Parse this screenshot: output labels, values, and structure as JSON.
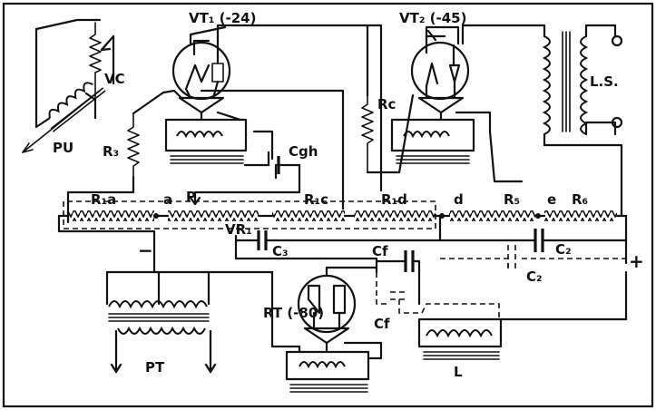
{
  "labels": {
    "vt1": "VT₁ (-24)",
    "vt2": "VT₂ (-45)",
    "rt": "RT (-80)",
    "vc": "VC",
    "pu": "PU",
    "ls": "L.S.",
    "pt": "PT",
    "l": "L",
    "r3": "R₃",
    "rc": "Rc",
    "cgh": "Cgh",
    "r1a": "R₁a",
    "a": "a",
    "p": "P",
    "r1c": "R₁c",
    "r1d": "R₁d",
    "d": "d",
    "r5": "R₅",
    "e": "e",
    "r6": "R₆",
    "vr1": "VR₁",
    "c3": "C₃",
    "cf_top": "Cf",
    "cf_bottom": "Cf",
    "c2": "C₂",
    "c2_dashed": "C₂",
    "minus": "−",
    "plus": "+"
  }
}
